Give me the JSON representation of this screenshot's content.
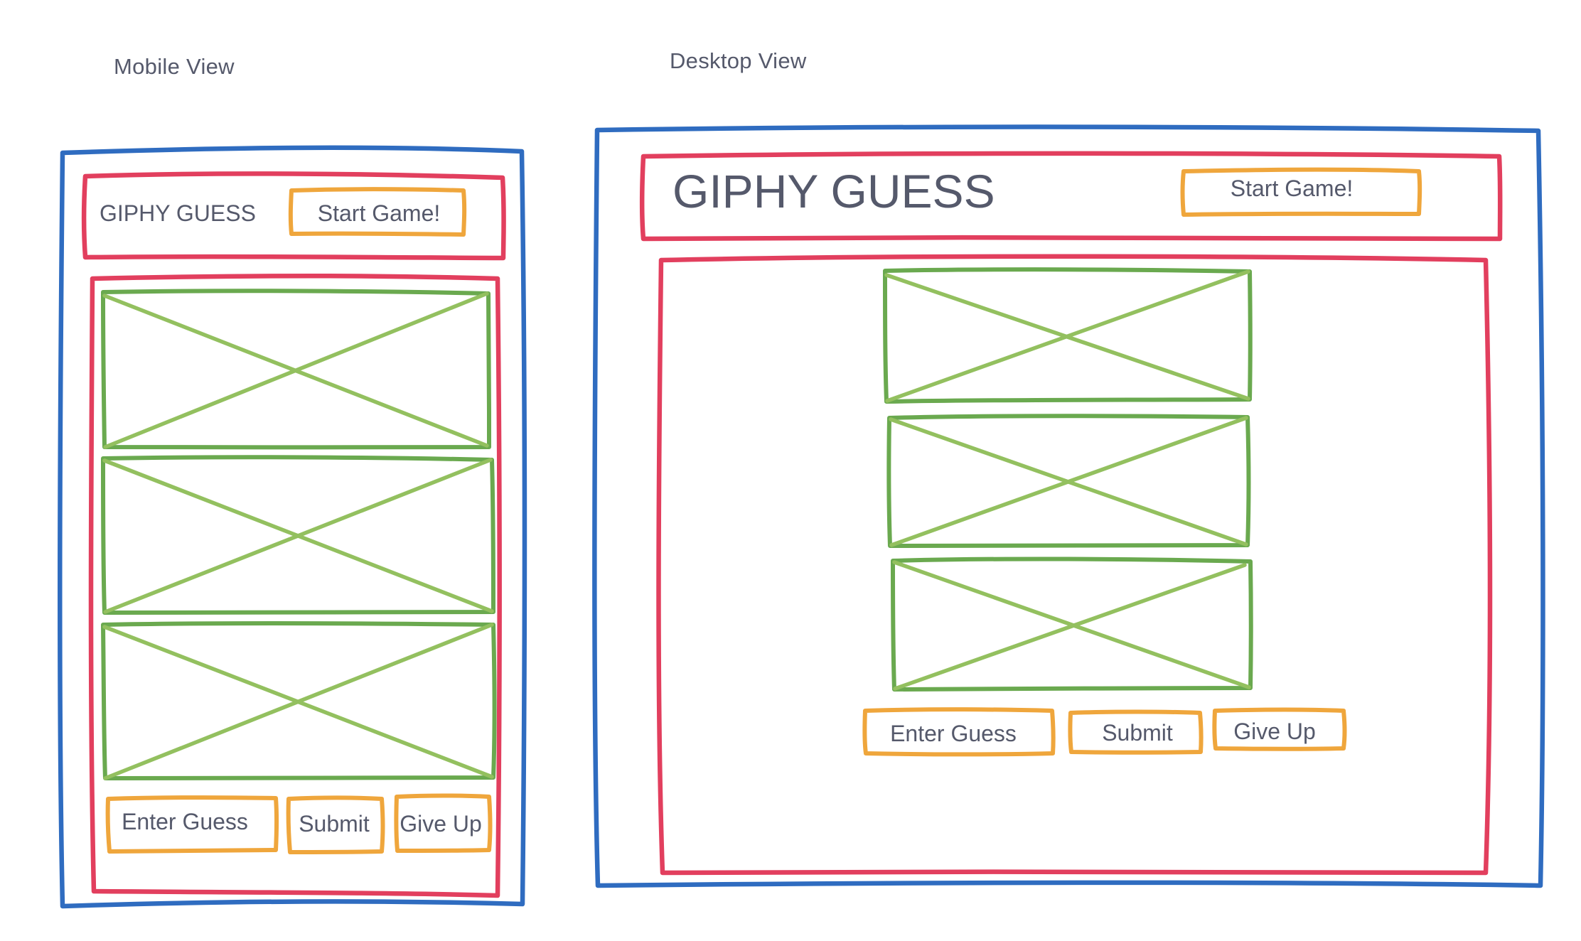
{
  "views": {
    "mobile": {
      "label": "Mobile View",
      "app_title": "GIPHY GUESS",
      "start_button": "Start Game!",
      "gif_placeholders": 3,
      "guess_input": "Enter Guess",
      "submit_button": "Submit",
      "give_up_button": "Give Up"
    },
    "desktop": {
      "label": "Desktop View",
      "app_title": "GIPHY GUESS",
      "start_button": "Start Game!",
      "gif_placeholders": 3,
      "guess_input": "Enter Guess",
      "submit_button": "Submit",
      "give_up_button": "Give Up"
    }
  },
  "colors": {
    "device_frame": "#2f6cc0",
    "section_frame": "#e23f5e",
    "control_frame": "#efa63c",
    "image_placeholder": "#6aa94f",
    "text": "#55596b"
  }
}
